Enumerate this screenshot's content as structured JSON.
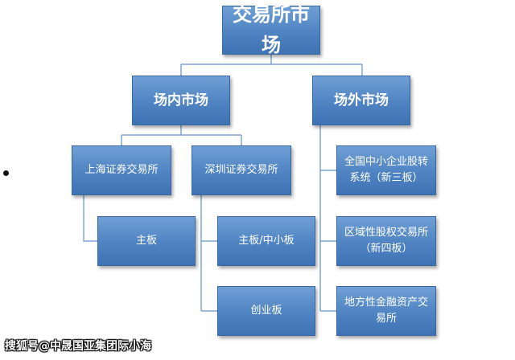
{
  "diagram": {
    "root": {
      "label": "交易所市场"
    },
    "floor_market": {
      "label": "场内市场"
    },
    "otc_market": {
      "label": "场外市场"
    },
    "shanghai": {
      "label": "上海证券交易所"
    },
    "shenzhen": {
      "label": "深圳证券交易所"
    },
    "main_board": {
      "label": "主板"
    },
    "sme_board": {
      "label": "主板/中小板"
    },
    "chinext": {
      "label": "创业板"
    },
    "neeq": {
      "label": "全国中小企业股转系统（新三板）"
    },
    "regional": {
      "label": "区域性股权交易所（新四板）"
    },
    "local_exchange": {
      "label": "地方性金融资产交易所"
    }
  },
  "watermark": {
    "text": "搜狐号@中晟国亚集团际小海"
  },
  "colors": {
    "box_fill": "#4f83c2",
    "box_border": "#3a68a4",
    "connector": "#7ba6d6",
    "text": "#ffffff"
  }
}
